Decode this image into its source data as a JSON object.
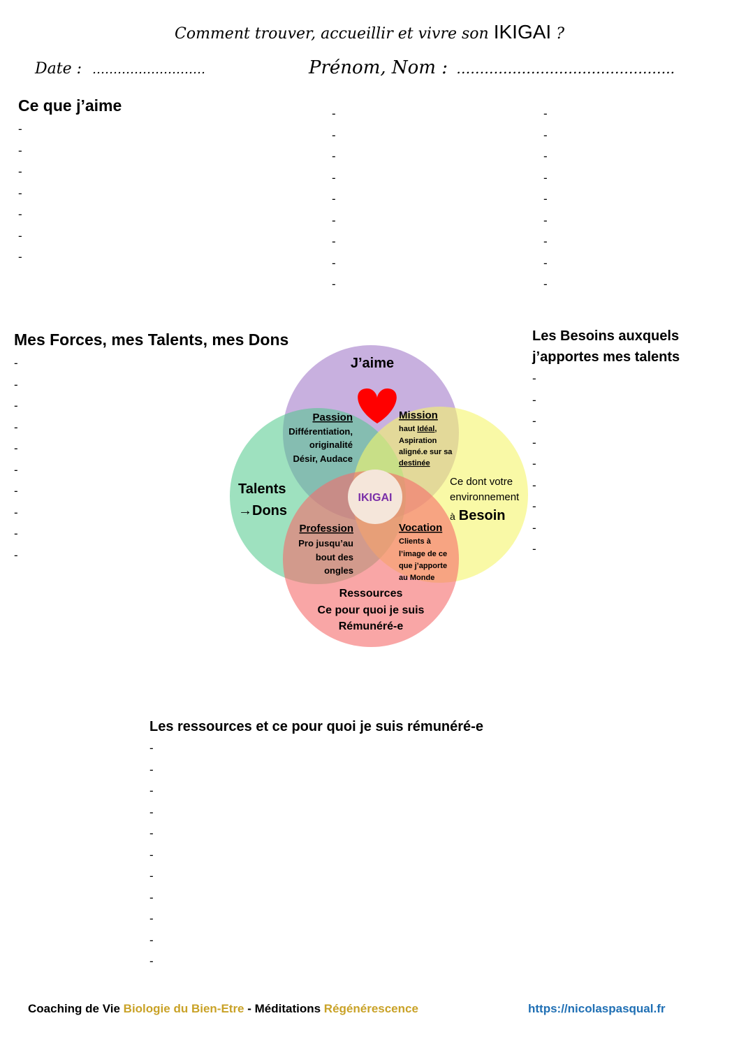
{
  "header": {
    "title_prefix": "Comment trouver, accueillir et vivre son",
    "title_ikigai": "IKIGAI",
    "title_suffix": "?",
    "date_label": "Date :",
    "date_dots": "………………………",
    "name_label": "Prénom, Nom :",
    "name_dots": "……………………………………….."
  },
  "love": {
    "heading": "Ce que j’aime",
    "col1": [
      "-",
      "-",
      "-",
      "-",
      "-",
      "-",
      "-"
    ],
    "col2": [
      "-",
      "-",
      "-",
      "-",
      "-",
      "-",
      "-",
      "-",
      "-"
    ],
    "col3": [
      "-",
      "-",
      "-",
      "-",
      "-",
      "-",
      "-",
      "-",
      "-"
    ]
  },
  "talents": {
    "heading": "Mes Forces, mes Talents, mes Dons",
    "items": [
      "-",
      "-",
      "-",
      "-",
      "-",
      "-",
      "-",
      "-",
      "-",
      "-"
    ]
  },
  "needs": {
    "heading_line1": "Les Besoins auxquels",
    "heading_line2": "j’apportes mes talents",
    "items": [
      "-",
      "-",
      "-",
      "-",
      "-",
      "-",
      "-",
      "-",
      "-"
    ]
  },
  "diagram": {
    "jaime": "J’aime",
    "passion": "Passion",
    "passion_l1": "Différentiation,",
    "passion_l2": "originalité",
    "passion_l3": "Désir, Audace",
    "mission": "Mission",
    "mission_l1a": "haut ",
    "mission_l1b": "Idéal",
    "mission_l1c": ",",
    "mission_l2": "Aspiration",
    "mission_l3": "aligné.e sur sa",
    "mission_l4": "destinée",
    "talents_l1": "Talents",
    "talents_arrow": "→",
    "talents_l2": "Dons",
    "ikigai": "IKIGAI",
    "besoin_l1": "Ce dont votre",
    "besoin_l2": "environnement",
    "besoin_l3a": "à",
    "besoin_l3b": "Besoin",
    "profession": "Profession",
    "profession_l1": "Pro  jusqu’au",
    "profession_l2": "bout des",
    "profession_l3": "ongles",
    "vocation": "Vocation",
    "vocation_l1": "Clients à",
    "vocation_l2": "l’image de ce",
    "vocation_l3": "que j’apporte",
    "vocation_l4": "au Monde",
    "ressources_l1": "Ressources",
    "ressources_l2": "Ce pour quoi je suis",
    "ressources_l3": "Rémunéré-e",
    "colors": {
      "purple": "#9b6fc4",
      "green": "#4fc98a",
      "yellow": "#f5f56a",
      "red": "#f56b6b",
      "heart": "#ff0000",
      "center_fill": "#f5e6da",
      "ikigai_text": "#7a2fa8"
    }
  },
  "resources": {
    "heading": "Les ressources et ce pour quoi je suis rémunéré-e",
    "items": [
      "-",
      "-",
      "-",
      "-",
      "-",
      "-",
      "-",
      "-",
      "-",
      "-",
      "-"
    ]
  },
  "footer": {
    "part1": "Coaching de Vie ",
    "part2": "Biologie du Bien-Etre",
    "part3": " - Méditations ",
    "part4": "Régénérescence",
    "url": "https://nicolaspasqual.fr"
  }
}
